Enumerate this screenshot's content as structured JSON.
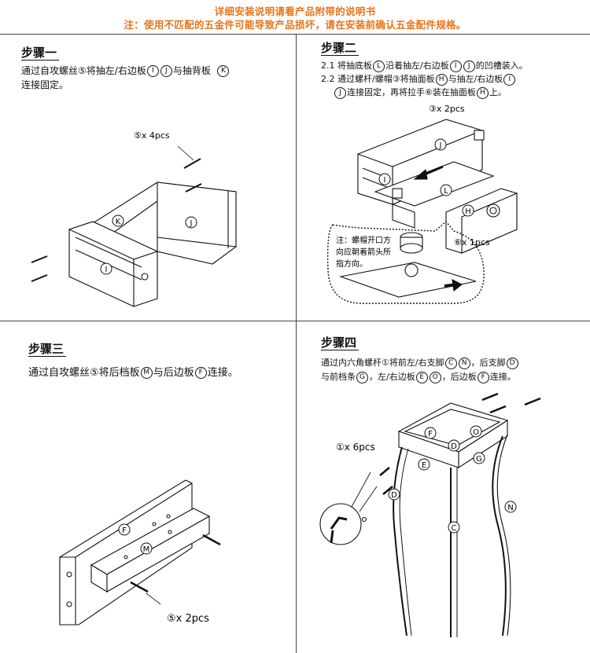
{
  "header": {
    "line1": "详细安装说明请看产品附带的说明书",
    "line2": "注：使用不匹配的五金件可能导致产品损坏，请在安装前确认五金配件规格。"
  },
  "colors": {
    "header": "#e8731a",
    "ink": "#111111",
    "divider": "#444444"
  },
  "step1": {
    "title": "步骤一",
    "line1": [
      "通过自攻螺丝",
      "⑤",
      "将抽左/右边板",
      "I",
      "J",
      "与抽背板",
      "K"
    ],
    "line2": "连接固定。",
    "screw_label": "⑤x 4pcs",
    "letters": {
      "k": "K",
      "j": "J",
      "i": "I"
    }
  },
  "step2": {
    "title": "步骤二",
    "line1": [
      "2.1  将抽底板",
      "L",
      "沿着抽左/右边板",
      "I",
      "J",
      "的凹槽装入。"
    ],
    "line2": [
      "2.2  通过螺杆/螺帽",
      "③",
      "将抽面板",
      "H",
      "与抽左/右边板",
      "I"
    ],
    "line3": [
      "J",
      "连接固定，再将拉手",
      "⑥",
      "装在抽面板",
      "H",
      "上。"
    ],
    "screw_label": "③x 2pcs",
    "handle_label": "⑥x 1pcs",
    "note": [
      "注：螺帽开口方",
      "向应朝着箭头所",
      "指方向。"
    ],
    "letters": {
      "j": "J",
      "i": "I",
      "l": "L",
      "h": "H"
    }
  },
  "step3": {
    "title": "步骤三",
    "line1": [
      "通过自攻螺丝",
      "⑤",
      "将后档板",
      "M",
      "与后边板",
      "F",
      "连接。"
    ],
    "screw_label": "⑤x 2pcs",
    "letters": {
      "f": "F",
      "m": "M"
    }
  },
  "step4": {
    "title": "步骤四",
    "line1": [
      "通过内六角螺杆",
      "①",
      "将前左/右支脚",
      "C",
      "N",
      "，后支脚",
      "D"
    ],
    "line2": [
      "与前档条",
      "G",
      "，左/右边板",
      "E",
      "O",
      "，后边板",
      "F",
      "连接。"
    ],
    "bolt_label": "①x 6pcs",
    "letters": {
      "f": "F",
      "o": "O",
      "d": "D",
      "g": "G",
      "e": "E",
      "b": "D",
      "c": "C",
      "n": "N"
    }
  }
}
